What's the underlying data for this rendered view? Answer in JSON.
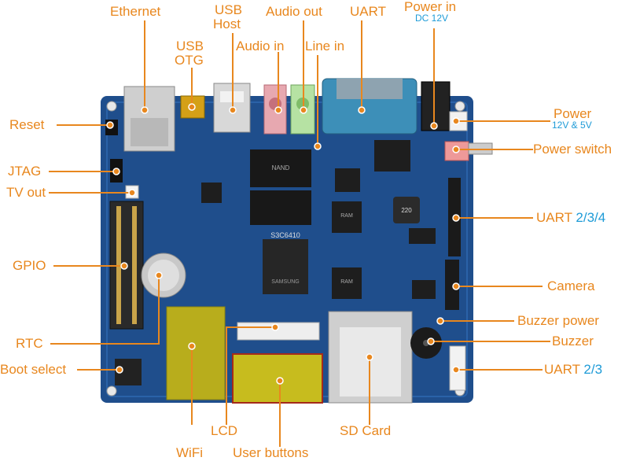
{
  "colors": {
    "label_orange": "#e8871e",
    "label_blue": "#1e9bd7",
    "pcb_blue": "#1f4e8c",
    "pcb_dark": "#173f74",
    "callout_line": "#e8871e"
  },
  "labels": {
    "ethernet": "Ethernet",
    "usb_host_line1": "USB",
    "usb_host_line2": "Host",
    "audio_out": "Audio out",
    "uart_top": "UART",
    "power_in": "Power in",
    "power_in_sub": "DC 12V",
    "usb_otg_line1": "USB",
    "usb_otg_line2": "OTG",
    "audio_in": "Audio in",
    "line_in": "Line in",
    "reset": "Reset",
    "power": "Power",
    "power_sub": "12V & 5V",
    "power_switch": "Power switch",
    "jtag": "JTAG",
    "tv_out": "TV out",
    "uart_234_prefix": "UART ",
    "uart_234_suffix": "2/3/4",
    "gpio": "GPIO",
    "camera": "Camera",
    "rtc": "RTC",
    "buzzer_power": "Buzzer power",
    "buzzer": "Buzzer",
    "boot_select": "Boot select",
    "uart_23_prefix": "UART ",
    "uart_23_suffix": "2/3",
    "lcd": "LCD",
    "sd_card": "SD Card",
    "wifi": "WiFi",
    "user_buttons": "User buttons"
  },
  "board_markings": {
    "nand": "NAND",
    "cpu": "S3C6410",
    "samsung": "SAMSUNG",
    "ram1": "RAM",
    "ram2": "RAM",
    "inductor": "220"
  }
}
